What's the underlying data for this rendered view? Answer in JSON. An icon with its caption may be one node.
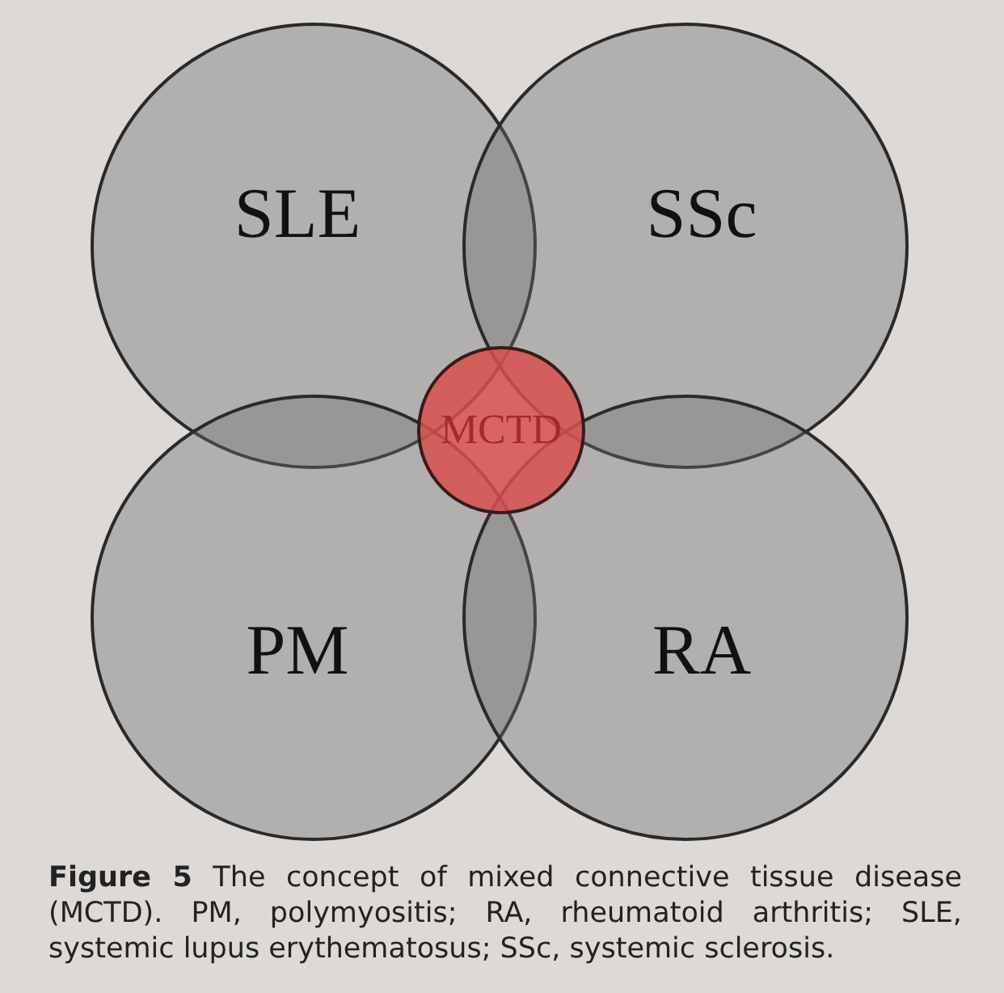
{
  "diagram": {
    "caption": "**Figure 5** The concept of mixed connective tissue disease (MCTD). PM, polymyositis; RA, rheumatoid arthritis; SLE, systemic lupus erythematosus; SSc, systemic sclerosis.",
    "nodes": [
      {
        "text": [
          "SLE"
        ]
      },
      {
        "text": [
          "SSc"
        ]
      },
      {
        "text": [
          "PM"
        ]
      },
      {
        "text": [
          "RA"
        ]
      },
      {
        "text": [
          "MCTD"
        ]
      }
    ],
    "edges": []
  }
}
